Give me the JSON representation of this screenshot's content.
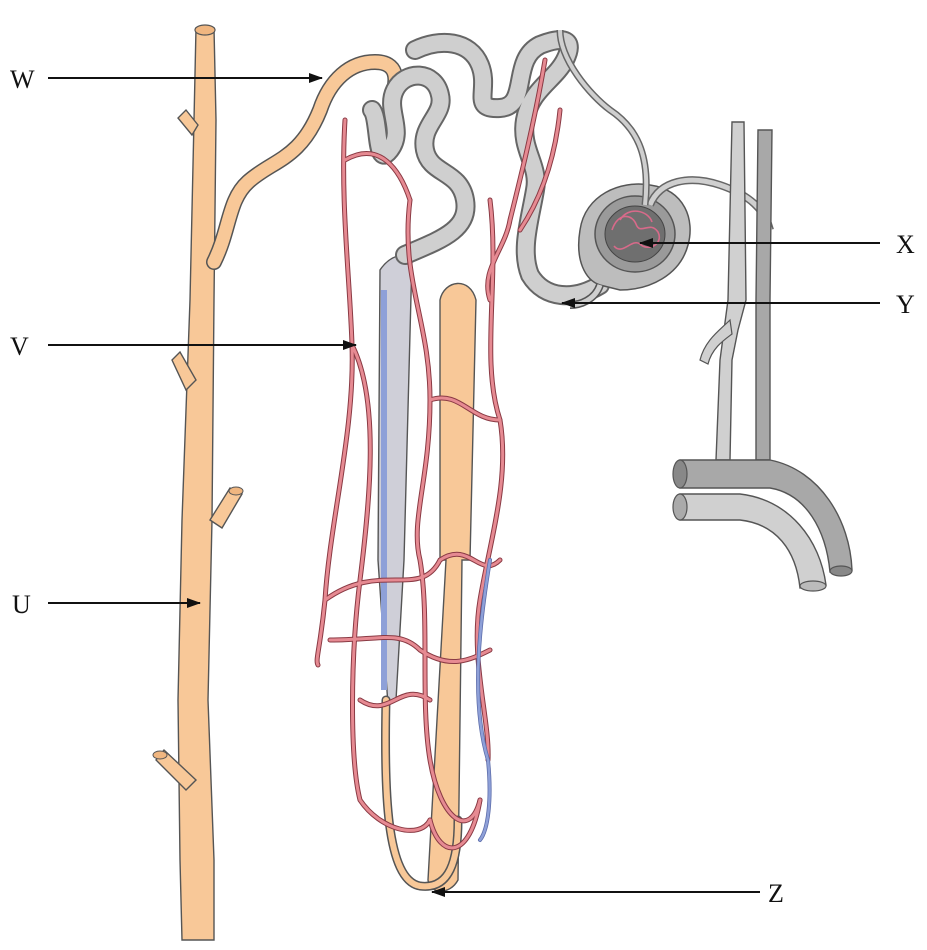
{
  "labels": {
    "U": "U",
    "V": "V",
    "W": "W",
    "X": "X",
    "Y": "Y",
    "Z": "Z"
  },
  "colors": {
    "collecting_duct": "#f8c898",
    "capillary": "#e68a92",
    "tubule": "#cfcfcf",
    "tubule_dark": "#9a9a9a",
    "vein_blue": "#8ea0d8",
    "glomerulus": "#8a8a8a",
    "artery_red": "#d04050"
  }
}
